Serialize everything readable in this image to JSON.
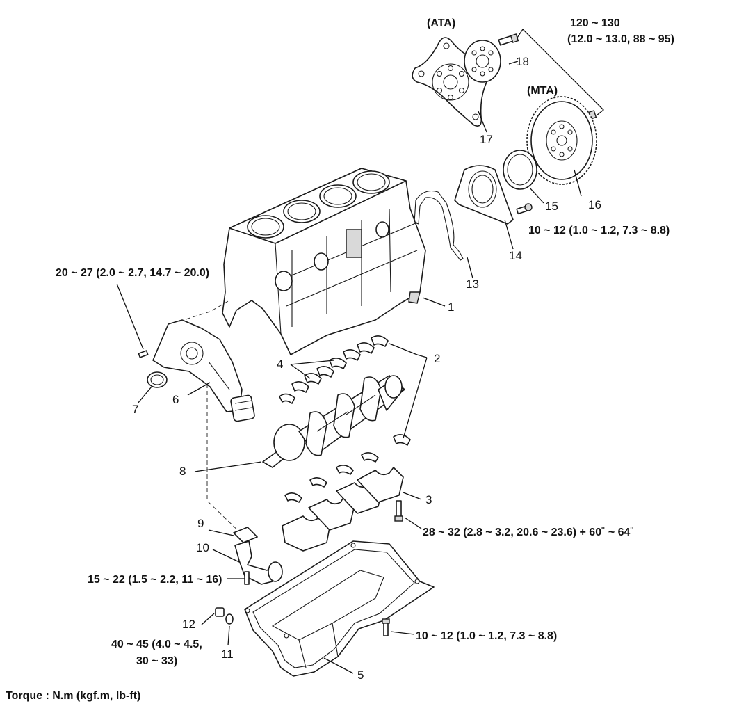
{
  "variants": {
    "ata": "(ATA)",
    "mta": "(MTA)"
  },
  "torques": {
    "flywheel_bolt_line1": "120 ~ 130",
    "flywheel_bolt_line2": "(12.0 ~ 13.0, 88 ~ 95)",
    "rear_seal_case": "10 ~ 12 (1.0 ~ 1.2, 7.3 ~ 8.8)",
    "oil_pump_case": "20 ~ 27 (2.0 ~ 2.7, 14.7 ~ 20.0)",
    "main_bearing_cap": "28 ~ 32 (2.8 ~ 3.2, 20.6 ~ 23.6) + 60˚ ~ 64˚",
    "oil_screen": "15 ~ 22 (1.5 ~ 2.2, 11 ~ 16)",
    "drain_plug_line1": "40 ~ 45 (4.0 ~ 4.5,",
    "drain_plug_line2": "30 ~ 33)",
    "oil_pan": "10 ~ 12 (1.0 ~ 1.2, 7.3 ~ 8.8)"
  },
  "callouts": {
    "c1": "1",
    "c2": "2",
    "c3": "3",
    "c4": "4",
    "c5": "5",
    "c6": "6",
    "c7": "7",
    "c8": "8",
    "c9": "9",
    "c10": "10",
    "c11": "11",
    "c12": "12",
    "c13": "13",
    "c14": "14",
    "c15": "15",
    "c16": "16",
    "c17": "17",
    "c18": "18"
  },
  "footer": "Torque : N.m (kgf.m, lb-ft)"
}
